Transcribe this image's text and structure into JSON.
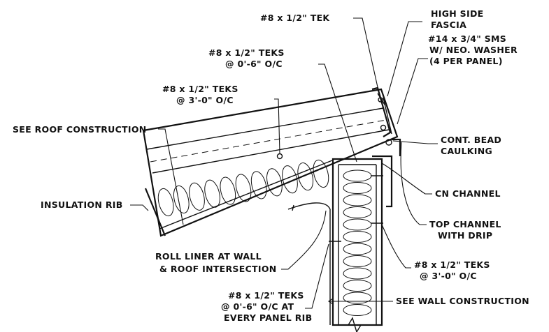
{
  "labels": {
    "tek_single": "#8 x 1/2\" TEK",
    "high_side": "HIGH SIDE",
    "fascia": "FASCIA",
    "teks_6_l1": "#8 x 1/2\" TEKS",
    "teks_6_l2": "@ 0'-6\" O/C",
    "sms_l1": "#14 x 3/4\" SMS",
    "sms_l2": "W/ NEO. WASHER",
    "sms_l3": "(4 PER PANEL)",
    "teks_3_l1": "#8 x 1/2\" TEKS",
    "teks_3_l2": "@ 3'-0\" O/C",
    "see_roof": "SEE ROOF CONSTRUCTION",
    "bead_l1": "CONT. BEAD",
    "bead_l2": "CAULKING",
    "insulation_rib": "INSULATION RIB",
    "cn_channel": "CN CHANNEL",
    "top_channel_l1": "TOP CHANNEL",
    "top_channel_l2": "WITH DRIP",
    "roll_liner_l1": "ROLL LINER AT WALL",
    "roll_liner_l2": "& ROOF INTERSECTION",
    "teks_wall_l1": "#8 x 1/2\" TEKS",
    "teks_wall_l2": "@ 3'-0\" O/C",
    "teks_rib_l1": "#8 x 1/2\" TEKS",
    "teks_rib_l2": "@ 0'-6\" O/C AT",
    "teks_rib_l3": "EVERY PANEL RIB",
    "see_wall": "SEE WALL CONSTRUCTION"
  }
}
